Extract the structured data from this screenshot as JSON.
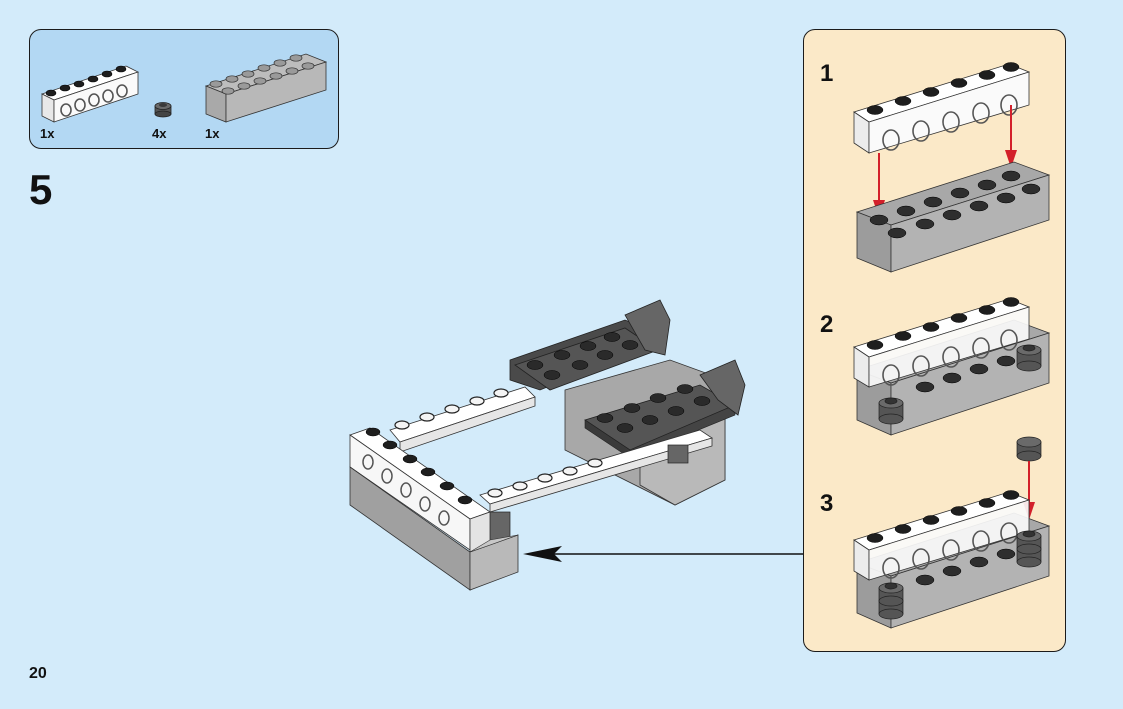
{
  "page": {
    "step_number": "5",
    "page_number": "20",
    "background_color": "#d3ebfa"
  },
  "parts_list": {
    "background_color": "#b3d8f3",
    "items": [
      {
        "name": "white technic brick 1x6",
        "icon": "technic-brick-1x6-white",
        "quantity": "1x"
      },
      {
        "name": "dark grey round plate 1x1",
        "icon": "round-plate-1x1-dark-grey",
        "quantity": "4x"
      },
      {
        "name": "light grey brick 2x6",
        "icon": "brick-2x6-light-grey",
        "quantity": "1x"
      }
    ]
  },
  "sub_steps": {
    "background_color": "#fbe9c8",
    "arrow_color": "#d3202a",
    "items": [
      {
        "number": "1"
      },
      {
        "number": "2"
      },
      {
        "number": "3"
      }
    ]
  }
}
